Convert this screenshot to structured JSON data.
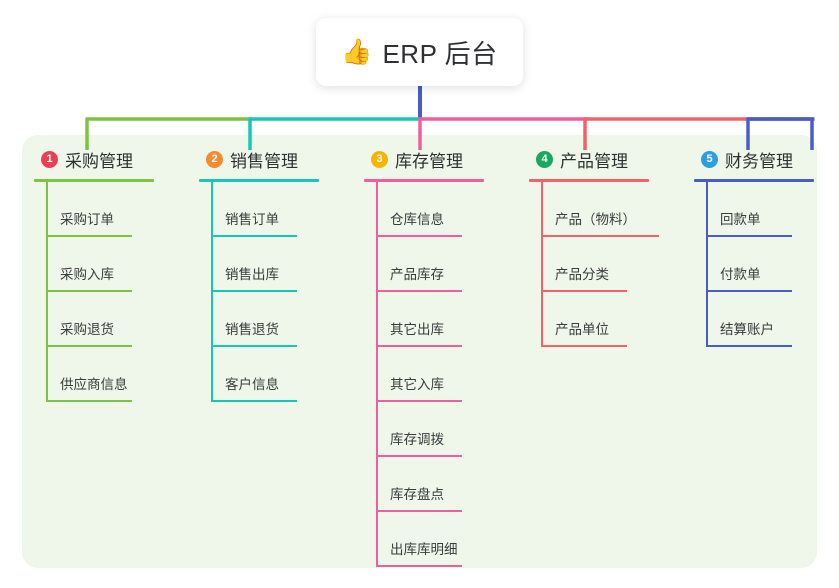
{
  "diagram": {
    "title": "ERP 后台",
    "root": {
      "icon": "thumbs-up-icon",
      "icon_glyph": "👍",
      "label": "ERP 后台"
    },
    "panel_color": "#eef7e9",
    "root_connector_color": "#4a5cc5",
    "columns": [
      {
        "number": "1",
        "title": "采购管理",
        "badge_color": "#ec3f53",
        "accent_color": "#7dc242",
        "items": [
          {
            "label": "采购订单"
          },
          {
            "label": "采购入库"
          },
          {
            "label": "采购退货"
          },
          {
            "label": "供应商信息"
          }
        ]
      },
      {
        "number": "2",
        "title": "销售管理",
        "badge_color": "#f58a2e",
        "accent_color": "#17c7b4",
        "items": [
          {
            "label": "销售订单"
          },
          {
            "label": "销售出库"
          },
          {
            "label": "销售退货"
          },
          {
            "label": "客户信息"
          }
        ]
      },
      {
        "number": "3",
        "title": "库存管理",
        "badge_color": "#f7b500",
        "accent_color": "#ef5fa0",
        "items": [
          {
            "label": "仓库信息"
          },
          {
            "label": "产品库存"
          },
          {
            "label": "其它出库"
          },
          {
            "label": "其它入库"
          },
          {
            "label": "库存调拨"
          },
          {
            "label": "库存盘点"
          },
          {
            "label": "出库库明细"
          }
        ]
      },
      {
        "number": "4",
        "title": "产品管理",
        "badge_color": "#19a862",
        "accent_color": "#f4616a",
        "items": [
          {
            "label": "产品（物料）"
          },
          {
            "label": "产品分类"
          },
          {
            "label": "产品单位"
          }
        ]
      },
      {
        "number": "5",
        "title": "财务管理",
        "badge_color": "#2b9fe0",
        "accent_color": "#4a5cc5",
        "items": [
          {
            "label": "回款单"
          },
          {
            "label": "付款单"
          },
          {
            "label": "结算账户"
          }
        ]
      }
    ]
  }
}
